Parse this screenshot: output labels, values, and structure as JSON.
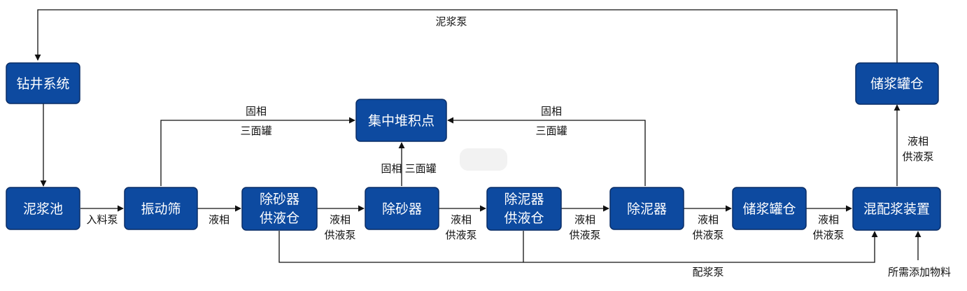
{
  "nodes": {
    "drilling": "钻井系统",
    "pit": "泥浆池",
    "shaker": "振动筛",
    "desander_tank": [
      "除砂器",
      "供液仓"
    ],
    "desander": "除砂器",
    "desilter_tank": [
      "除泥器",
      "供液仓"
    ],
    "desilter": "除泥器",
    "storage_mid": "储浆罐仓",
    "mixer": "混配浆装置",
    "storage_top": "储浆罐仓",
    "collection": "集中堆积点"
  },
  "labels": {
    "mud_pump_top": "泥浆泵",
    "feed_pump": "入料泵",
    "liquid_phase": "液相",
    "liquid_pump_a": [
      "液相",
      "供液泵"
    ],
    "liquid_pump_b": [
      "液相",
      "供液泵"
    ],
    "liquid_pump_c": [
      "液相",
      "供液泵"
    ],
    "liquid_pump_d": [
      "液相",
      "供液泵"
    ],
    "liquid_pump_e": [
      "液相",
      "供液泵"
    ],
    "solid_left": [
      "固相",
      "三面罐"
    ],
    "solid_right": [
      "固相",
      "三面罐"
    ],
    "solid_center": "固相 三面罐",
    "mixing_pump": "配浆泵",
    "additives": "所需添加物料"
  }
}
